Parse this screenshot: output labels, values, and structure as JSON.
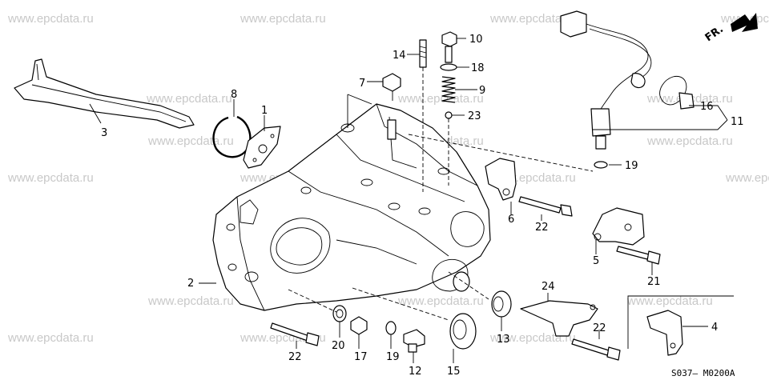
{
  "watermark": "www.epcdata.ru",
  "diagram_code": "S037— M0200A",
  "direction_label": "FR.",
  "callouts": {
    "c1": "1",
    "c2": "2",
    "c3": "3",
    "c4": "4",
    "c5": "5",
    "c6": "6",
    "c7": "7",
    "c8": "8",
    "c9": "9",
    "c10": "10",
    "c11": "11",
    "c12": "12",
    "c13": "13",
    "c14": "14",
    "c15": "15",
    "c16": "16",
    "c17": "17",
    "c18": "18",
    "c19a": "19",
    "c19b": "19",
    "c20": "20",
    "c21": "21",
    "c22a": "22",
    "c22b": "22",
    "c22c": "22",
    "c23": "23",
    "c24": "24"
  }
}
